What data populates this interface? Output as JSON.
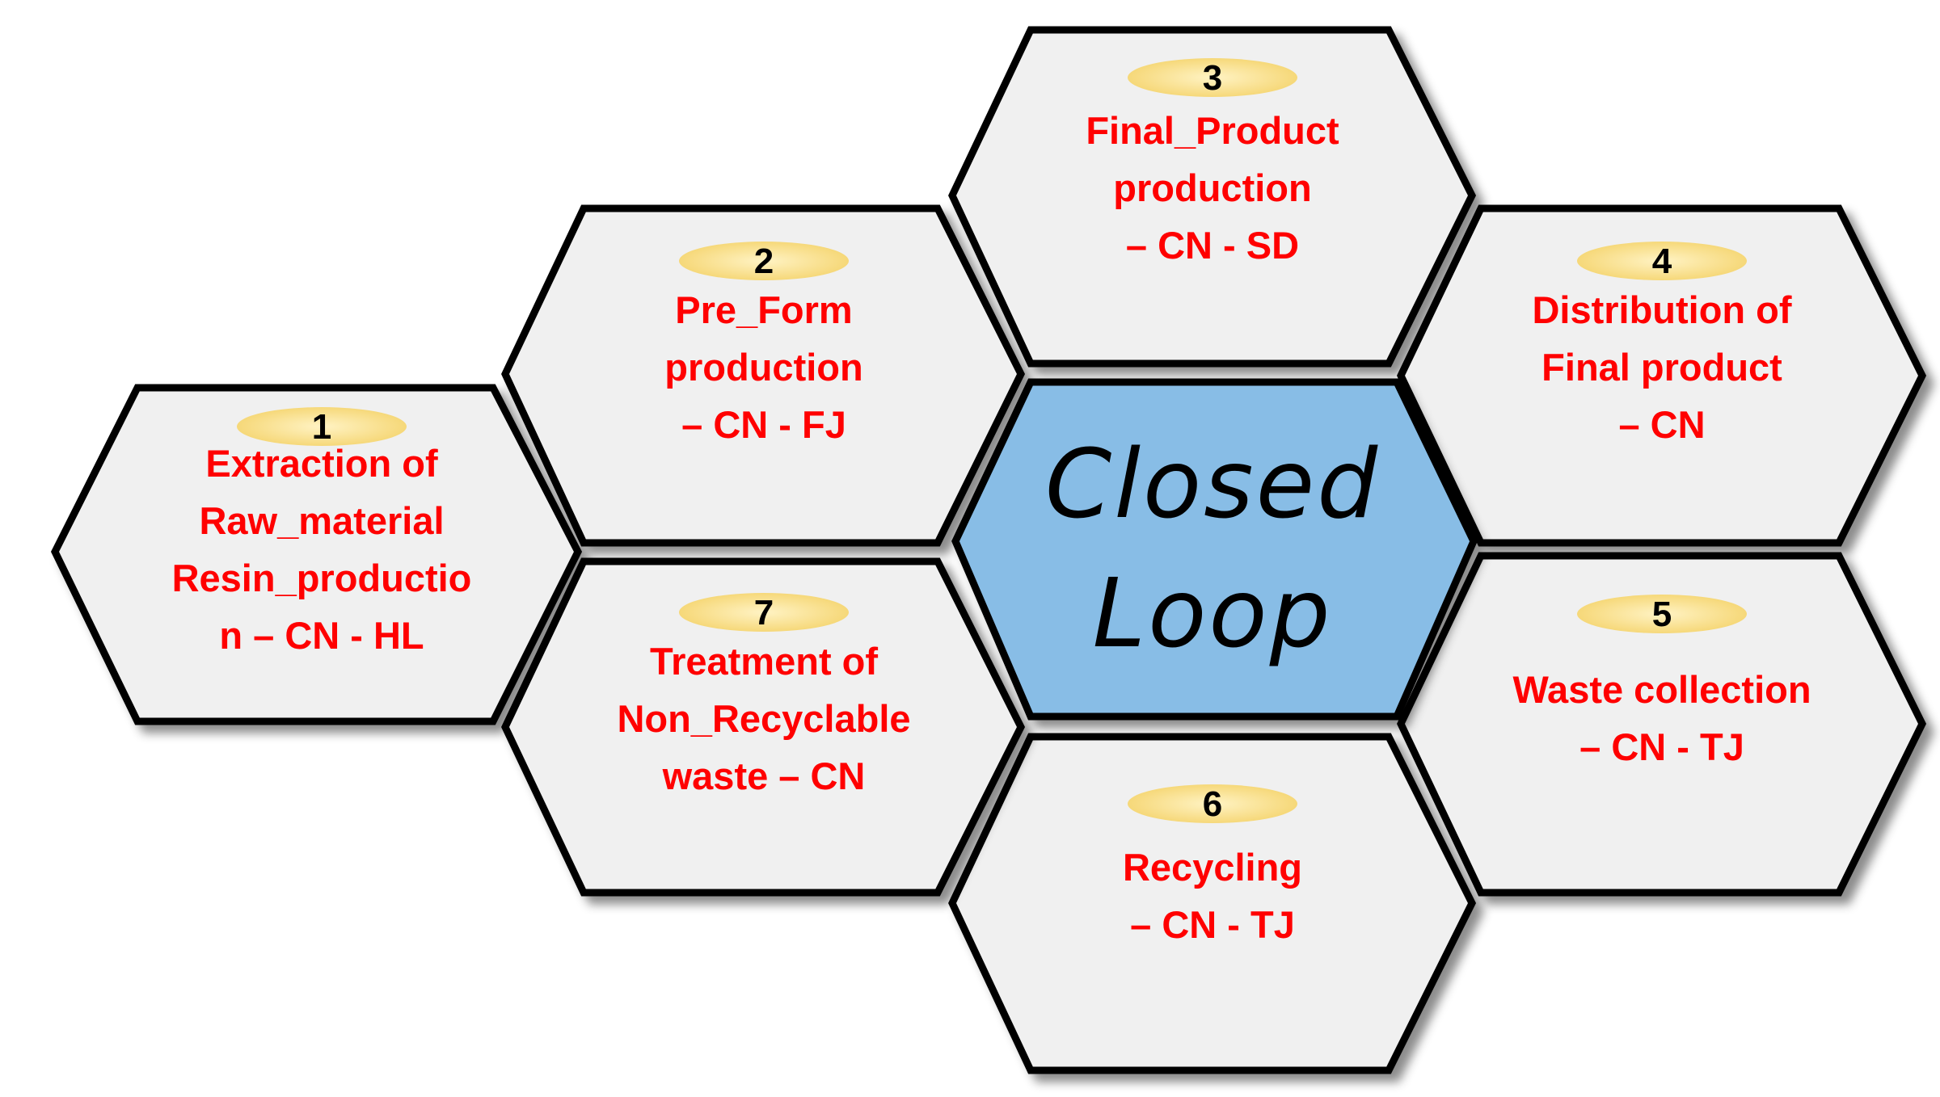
{
  "center": {
    "lines": [
      "Closed",
      "Loop"
    ]
  },
  "colors": {
    "hex_fill": "#f0f0f0",
    "hex_stroke": "#000000",
    "center_fill": "#88bde6",
    "label_text": "#ff0000",
    "badge_fill": "#fde7a0",
    "number_text": "#000000"
  },
  "steps": [
    {
      "number": "1",
      "lines": [
        "Extraction of",
        "Raw_material",
        "Resin_productio",
        "n – CN - HL"
      ]
    },
    {
      "number": "2",
      "lines": [
        "Pre_Form",
        "production",
        "– CN - FJ"
      ]
    },
    {
      "number": "3",
      "lines": [
        "Final_Product",
        "production",
        "– CN - SD"
      ]
    },
    {
      "number": "4",
      "lines": [
        "Distribution of",
        "Final product",
        "– CN"
      ]
    },
    {
      "number": "5",
      "lines": [
        "Waste collection",
        "– CN - TJ"
      ]
    },
    {
      "number": "6",
      "lines": [
        "Recycling",
        "– CN - TJ"
      ]
    },
    {
      "number": "7",
      "lines": [
        "Treatment of",
        "Non_Recyclable",
        "waste – CN"
      ]
    }
  ]
}
